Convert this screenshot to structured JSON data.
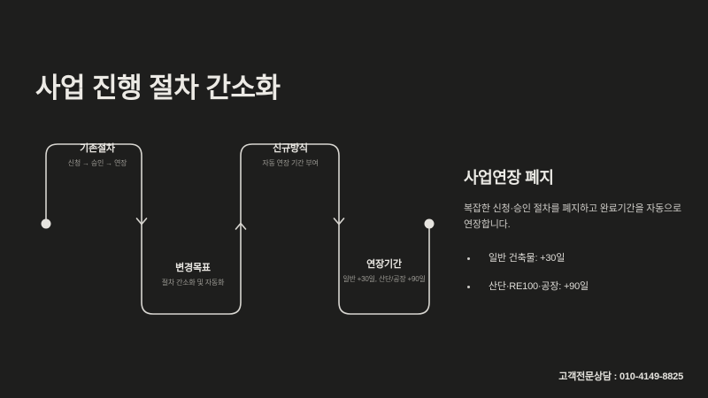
{
  "slide": {
    "background_color": "#1e1e1d",
    "title": "사업 진행 절차 간소화"
  },
  "flow": {
    "line_color": "#d8d6d1",
    "endpoint_dot_color": "#e6e4df",
    "nodes": [
      {
        "id": "existing-process",
        "title": "기존절차",
        "subtitle": "신청 → 승인 → 연장"
      },
      {
        "id": "change-goal",
        "title": "변경목표",
        "subtitle": "절차 간소화 및 자동화"
      },
      {
        "id": "new-method",
        "title": "신규방식",
        "subtitle": "자동 연장 기간 부여"
      },
      {
        "id": "extension-period",
        "title": "연장기간",
        "subtitle": "일반 +30일, 산단/공장 +90일"
      }
    ]
  },
  "panel": {
    "heading": "사업연장 폐지",
    "body": "복잡한 신청·승인 절차를 폐지하고 완료기간을 자동으로 연장합니다.",
    "bullets": [
      {
        "text": "일반 건축물: +30일"
      },
      {
        "text": "산단·RE100·공장: +90일"
      }
    ]
  },
  "footer": {
    "contact": "고객전문상담 : 010-4149-8825"
  }
}
